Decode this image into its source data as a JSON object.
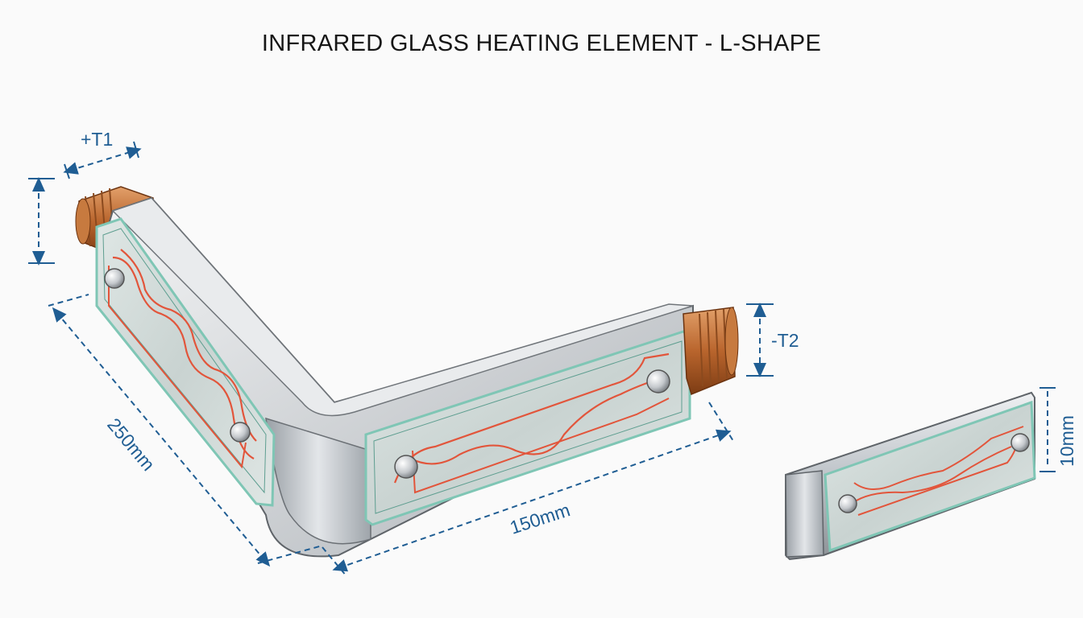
{
  "diagram": {
    "title": "INFRARED GLASS HEATING ELEMENT - L-SHAPE",
    "labels": {
      "terminal_positive": "+T1",
      "terminal_negative": "-T2",
      "dim_leg_long": "250mm",
      "dim_leg_short": "150mm",
      "dim_thickness": "10mm"
    },
    "colors": {
      "dimension": "#1f5d93",
      "heating_wire": "#e2553b",
      "glass_edge": "#7fc6b5",
      "copper": "#b9652d",
      "steel": "#b7bcc1"
    }
  }
}
